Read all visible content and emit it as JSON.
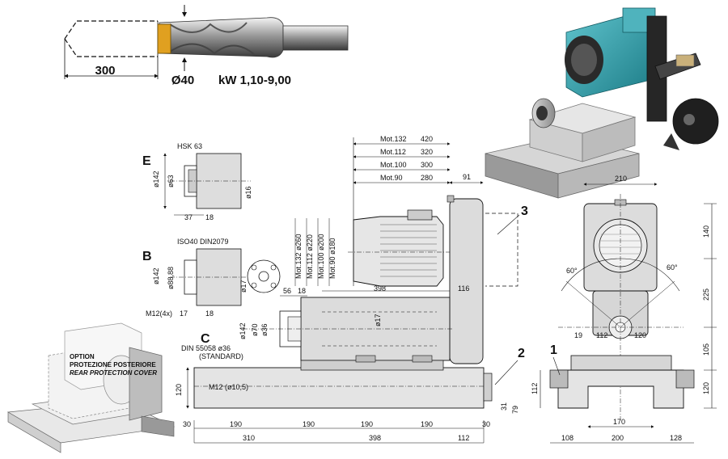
{
  "drill": {
    "length": "300",
    "diameter": "Ø40",
    "power": "kW  1,10-9,00"
  },
  "section_labels": {
    "e": "E",
    "b": "B",
    "c": "C",
    "one": "1",
    "two": "2",
    "three": "3"
  },
  "section_e": {
    "hsk": "HSK  63",
    "d142": "ø142",
    "d63": "ø63",
    "d16": "ø16",
    "w37": "37",
    "w18": "18"
  },
  "section_b": {
    "iso": "ISO40  DIN2079",
    "d142": "ø142",
    "d8888": "ø88,88",
    "d17": "ø17",
    "m12": "M12(4x)",
    "w17": "17",
    "w18": "18"
  },
  "section_c": {
    "din": "DIN  55058  ø36",
    "std": "(STANDARD)",
    "d142": "ø142",
    "d70": "ø70",
    "d36": "ø36",
    "d17": "ø17"
  },
  "motor_table": [
    {
      "mot": "Mot.132",
      "val": "420"
    },
    {
      "mot": "Mot.112",
      "val": "320"
    },
    {
      "mot": "Mot.100",
      "val": "300"
    },
    {
      "mot": "Mot.90",
      "val": "280"
    }
  ],
  "motor_diam": [
    {
      "mot": "Mot.132",
      "d": "ø260"
    },
    {
      "mot": "Mot.112",
      "d": "ø220"
    },
    {
      "mot": "Mot.100",
      "d": "ø200"
    },
    {
      "mot": "Mot.90",
      "d": "ø180"
    }
  ],
  "side_dims": {
    "d91": "91",
    "d398a": "398",
    "d116": "116",
    "d56": "56",
    "d18": "18",
    "d120": "120",
    "m12": "M12  (ø10,5)",
    "bottom": [
      "30",
      "190",
      "190",
      "190",
      "190",
      "30"
    ],
    "d310": "310",
    "d398b": "398",
    "d112": "112",
    "d31": "31",
    "d79": "79"
  },
  "front_dims": {
    "d210": "210",
    "d140": "140",
    "d225": "225",
    "d105": "105",
    "d120": "120",
    "a60l": "60°",
    "a60r": "60°",
    "d19": "19",
    "d112a": "112",
    "d120a": "120",
    "d112b": "112",
    "d170": "170",
    "d108": "108",
    "d200": "200",
    "d128": "128"
  },
  "option": {
    "line1": "OPTION",
    "line2": "PROTEZIONE POSTERIORE",
    "line3": "REAR PROTECTION COVER"
  }
}
